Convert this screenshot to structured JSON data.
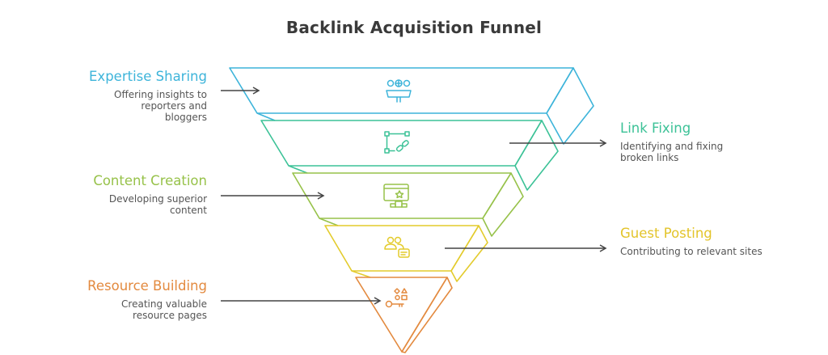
{
  "title": "Backlink Acquisition Funnel",
  "stages": [
    {
      "name": "Expertise Sharing",
      "description": "Offering insights to reporters and bloggers",
      "color": "#3db4da",
      "icon": "press-conference-icon",
      "side": "left"
    },
    {
      "name": "Link Fixing",
      "description": "Identifying and fixing broken links",
      "color": "#3cc297",
      "icon": "broken-link-icon",
      "side": "right"
    },
    {
      "name": "Content Creation",
      "description": "Developing superior content",
      "color": "#97c24a",
      "icon": "ranked-content-icon",
      "side": "left"
    },
    {
      "name": "Guest Posting",
      "description": "Contributing to relevant sites",
      "color": "#e3cb2c",
      "icon": "guest-chat-icon",
      "side": "right"
    },
    {
      "name": "Resource Building",
      "description": "Creating valuable resource pages",
      "color": "#e38a3f",
      "icon": "resource-key-icon",
      "side": "left"
    }
  ]
}
